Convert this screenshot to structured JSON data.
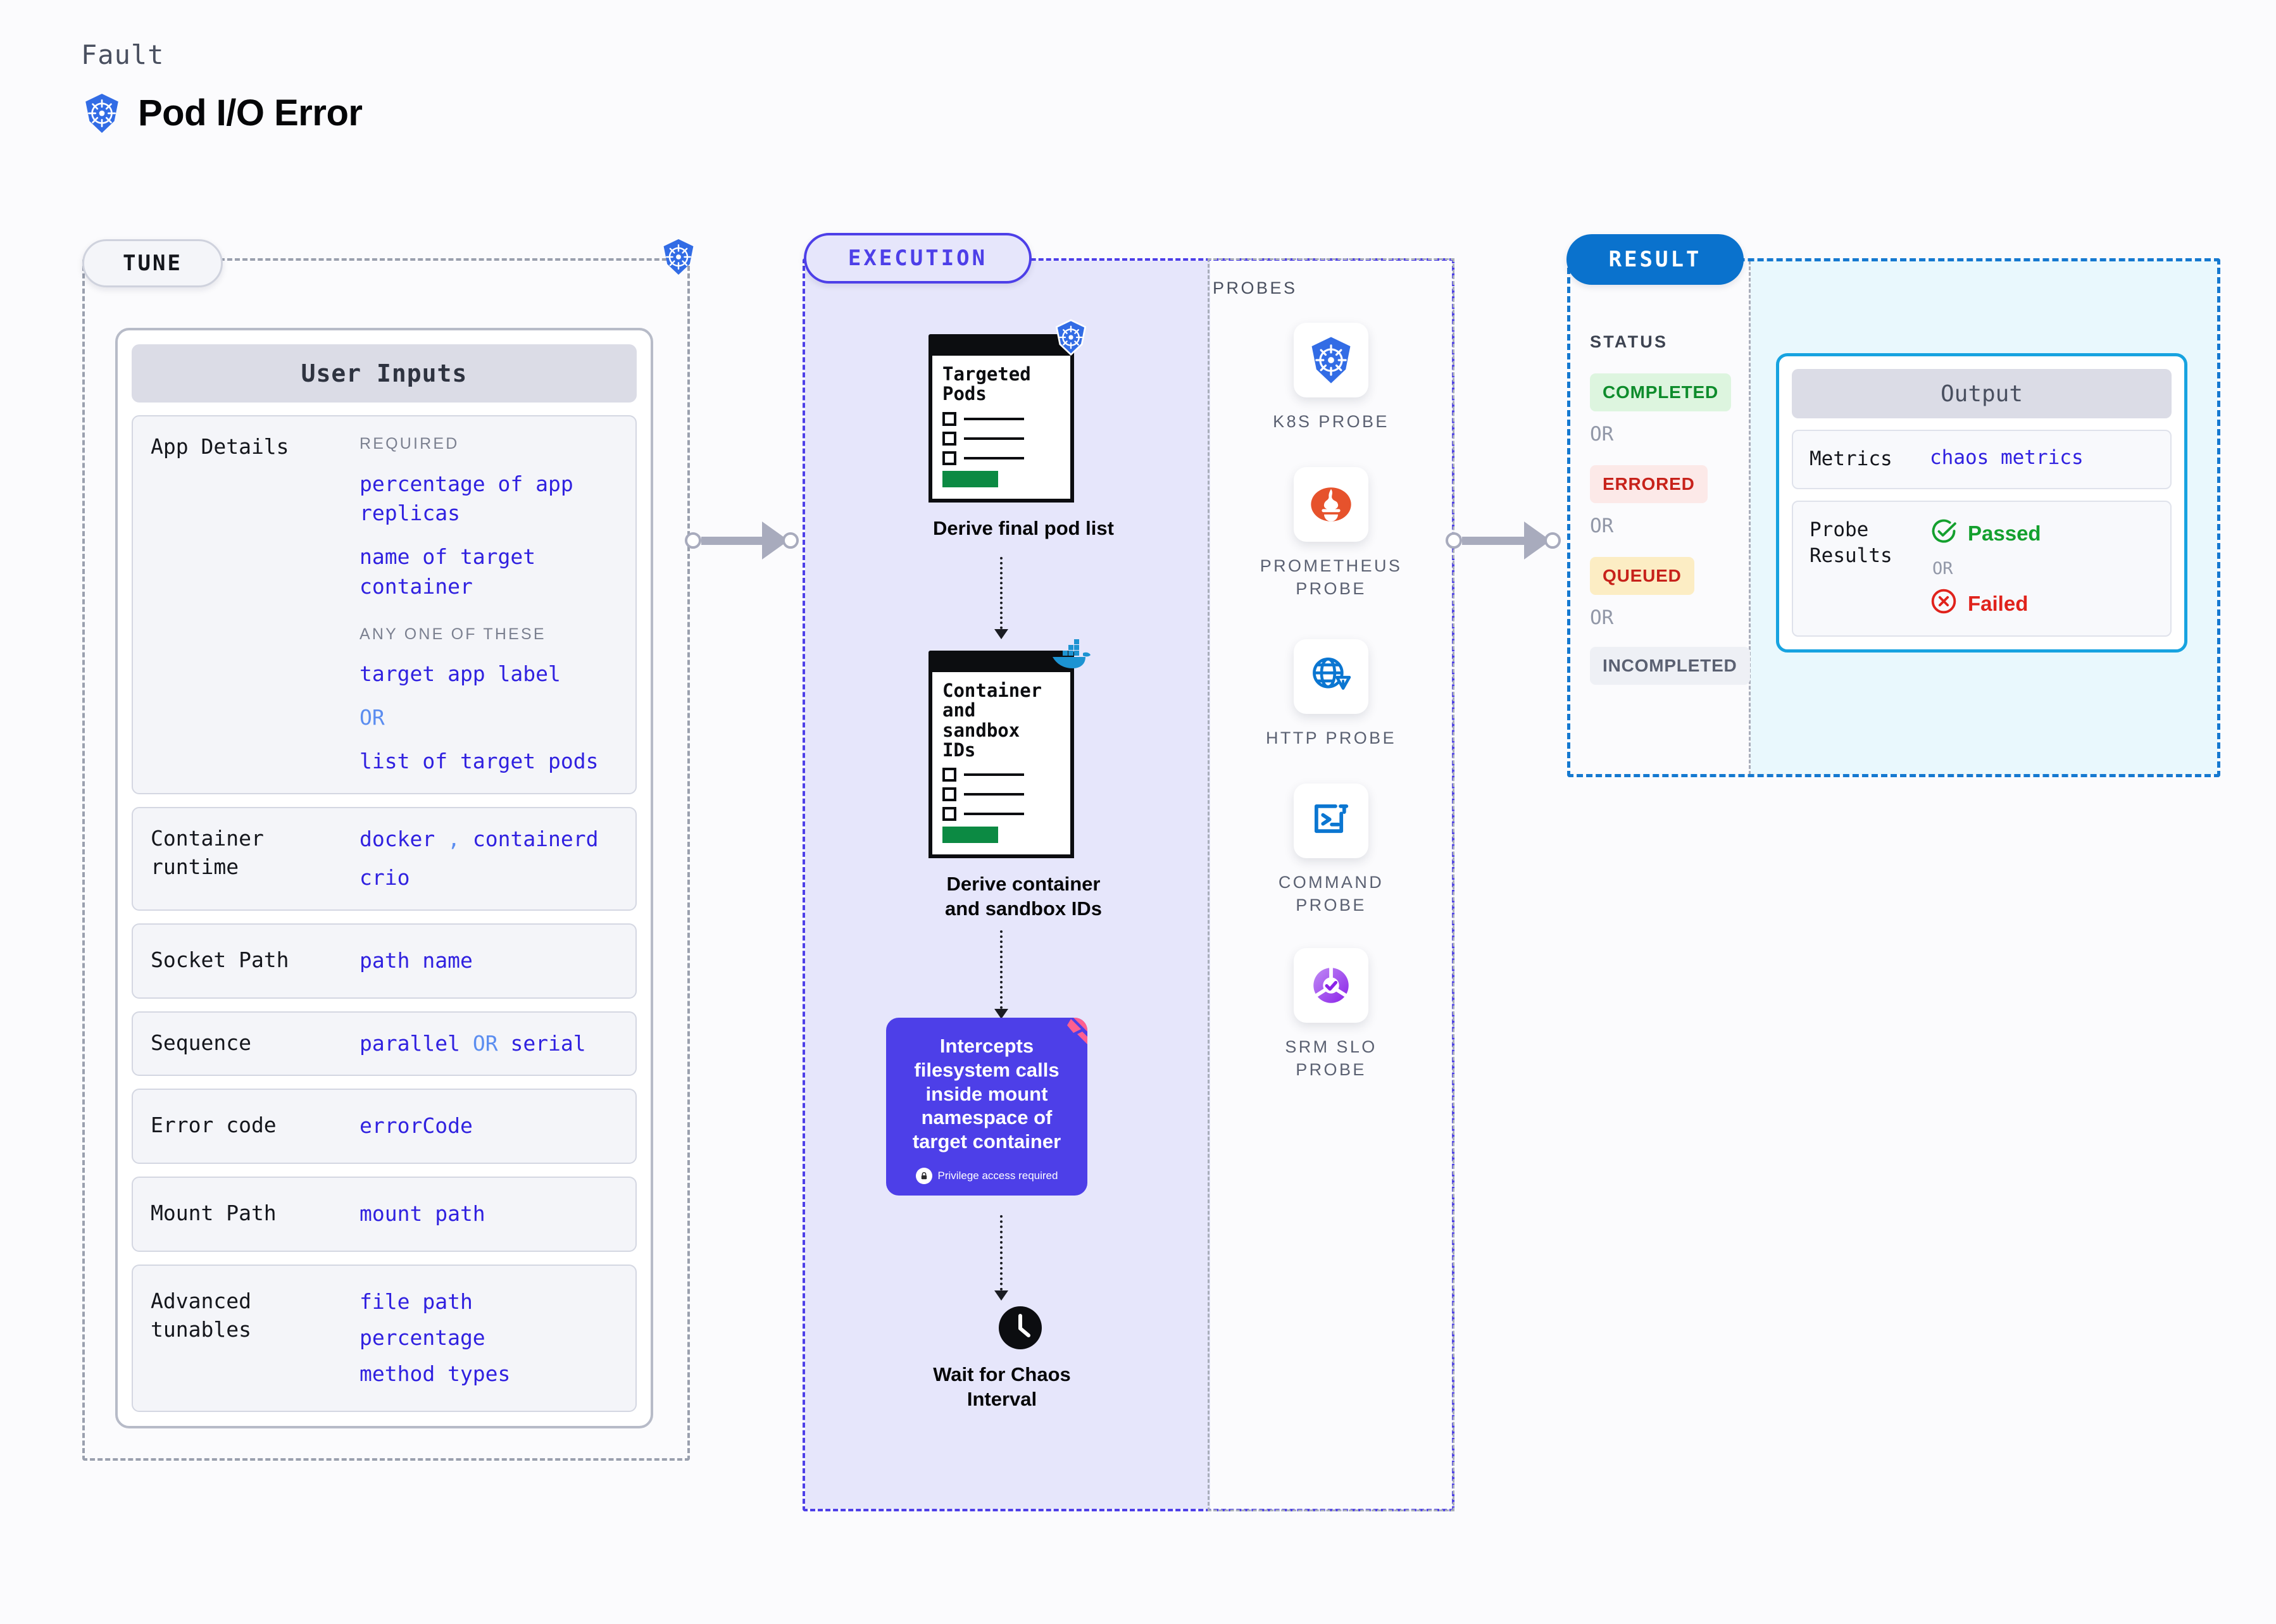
{
  "header": {
    "kicker": "Fault",
    "title": "Pod I/O Error",
    "icon": "kubernetes-icon"
  },
  "sections": {
    "tune": {
      "label": "TUNE"
    },
    "execution": {
      "label": "EXECUTION"
    },
    "probes": {
      "label": "PROBES"
    },
    "result": {
      "label": "RESULT"
    }
  },
  "tune": {
    "card_title": "User Inputs",
    "rows": [
      {
        "label": "App Details",
        "groups": [
          {
            "heading": "REQUIRED",
            "values": [
              "percentage of app replicas",
              "name of target container"
            ]
          },
          {
            "heading": "ANY ONE OF THESE",
            "values": [
              "target app label",
              "OR",
              "list of target pods"
            ]
          }
        ]
      },
      {
        "label": "Container runtime",
        "values": [
          "docker",
          ",",
          "containerd",
          "crio"
        ]
      },
      {
        "label": "Socket Path",
        "values": [
          "path name"
        ]
      },
      {
        "label": "Sequence",
        "values": [
          "parallel",
          "OR",
          "serial"
        ]
      },
      {
        "label": "Error code",
        "values": [
          "errorCode"
        ]
      },
      {
        "label": "Mount Path",
        "values": [
          "mount path"
        ]
      },
      {
        "label": "Advanced tunables",
        "values": [
          "file path",
          "percentage",
          "method types"
        ]
      }
    ]
  },
  "execution": {
    "steps": [
      {
        "card_title": "Targeted Pods",
        "caption": "Derive final pod list",
        "icon": "kubernetes-icon"
      },
      {
        "card_title": "Container and sandbox IDs",
        "caption": "Derive container and sandbox IDs",
        "icon": "docker-icon"
      }
    ],
    "intercept": {
      "text": "Intercepts filesystem calls inside mount namespace of target container",
      "privilege_note": "Privilege access required",
      "badge_icon": "lock-icon",
      "corner_icon": "litmus-icon"
    },
    "wait": {
      "caption": "Wait for Chaos Interval",
      "icon": "clock-icon"
    }
  },
  "probes": [
    {
      "label": "K8S PROBE",
      "icon": "kubernetes-icon"
    },
    {
      "label": "PROMETHEUS PROBE",
      "icon": "prometheus-icon"
    },
    {
      "label": "HTTP PROBE",
      "icon": "globe-warning-icon"
    },
    {
      "label": "COMMAND PROBE",
      "icon": "terminal-icon"
    },
    {
      "label": "SRM SLO PROBE",
      "icon": "srm-slo-icon"
    }
  ],
  "result": {
    "status_title": "STATUS",
    "or_label": "OR",
    "statuses": [
      {
        "label": "COMPLETED",
        "color": "#0e8c2c",
        "bg": "#ddf5df"
      },
      {
        "label": "ERRORED",
        "color": "#c7221b",
        "bg": "#fce9e8"
      },
      {
        "label": "QUEUED",
        "color": "#c7221b",
        "bg": "#fcedc4"
      },
      {
        "label": "INCOMPLETED",
        "color": "#5b6172",
        "bg": "#eef0f5"
      }
    ],
    "output": {
      "title": "Output",
      "metrics_label": "Metrics",
      "metrics_value": "chaos metrics",
      "probe_results_label": "Probe Results",
      "passed_label": "Passed",
      "failed_label": "Failed",
      "or_label": "OR",
      "passed_icon": "check-circle-icon",
      "failed_icon": "x-circle-icon"
    }
  },
  "colors": {
    "kubernetes_blue": "#326ce5",
    "execution_violet": "#4d3fe8",
    "result_blue": "#0a72cd",
    "output_cyan": "#17a3e0",
    "value_blue": "#3021e0",
    "or_blue": "#5b8df0"
  }
}
